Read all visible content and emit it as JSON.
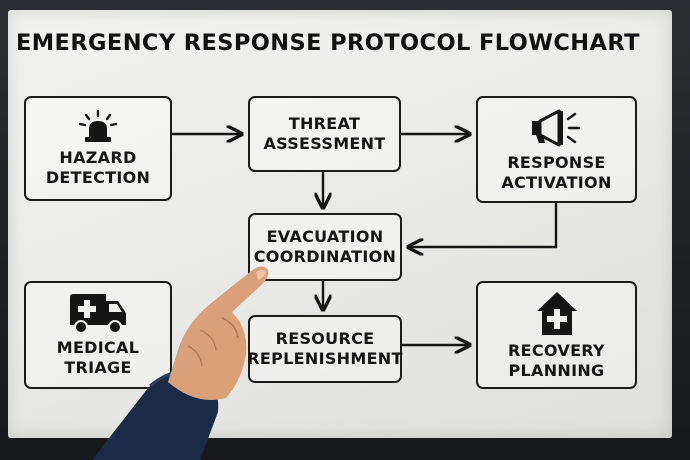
{
  "title": "EMERGENCY RESPONSE PROTOCOL FLOWCHART",
  "nodes": {
    "hazard": {
      "line1": "HAZARD",
      "line2": "DETECTION",
      "icon": "siren-icon"
    },
    "threat": {
      "line1": "THREAT",
      "line2": "ASSESSMENT"
    },
    "response": {
      "line1": "RESPONSE",
      "line2": "ACTIVATION",
      "icon": "megaphone-icon"
    },
    "evacuation": {
      "line1": "EVACUATION",
      "line2": "COORDINATION"
    },
    "medical": {
      "line1": "MEDICAL",
      "line2": "TRIAGE",
      "icon": "ambulance-icon"
    },
    "resource": {
      "line1": "RESOURCE",
      "line2": "REPLENISHMENT"
    },
    "recovery": {
      "line1": "RECOVERY",
      "line2": "PLANNING",
      "icon": "house-medical-icon"
    }
  },
  "edges": [
    [
      "hazard",
      "threat"
    ],
    [
      "threat",
      "response"
    ],
    [
      "threat",
      "evacuation"
    ],
    [
      "response",
      "evacuation"
    ],
    [
      "evacuation",
      "resource"
    ],
    [
      "resource",
      "recovery"
    ]
  ],
  "colors": {
    "ink": "#151515",
    "screen": "#efefed",
    "bezel": "#1a1c1f",
    "sleeve": "#1c2b45",
    "skin": "#d9a07a"
  }
}
